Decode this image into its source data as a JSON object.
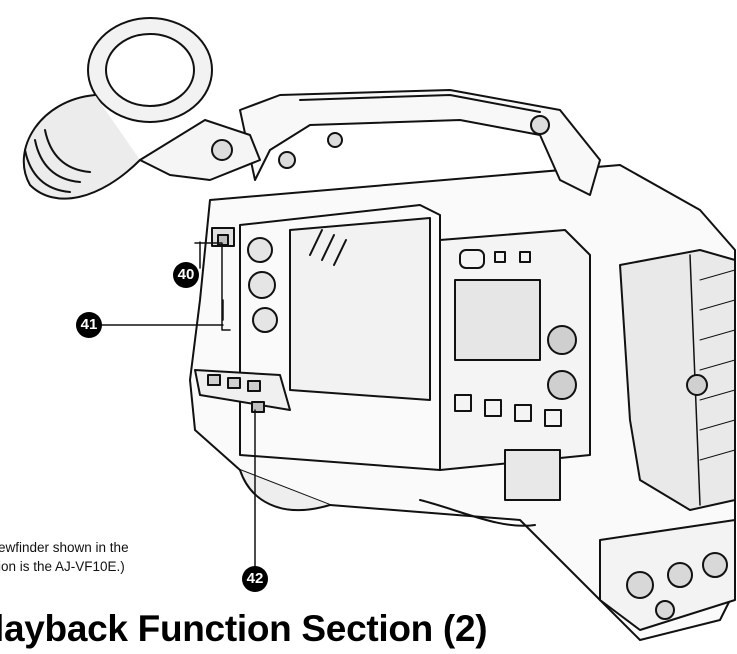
{
  "callouts": {
    "c40": "40",
    "c41": "41",
    "c42": "42"
  },
  "caption": {
    "line1": "ewfinder shown in the",
    "line2": "ion is the AJ-VF10E.)"
  },
  "heading": "layback Function Section (2)"
}
